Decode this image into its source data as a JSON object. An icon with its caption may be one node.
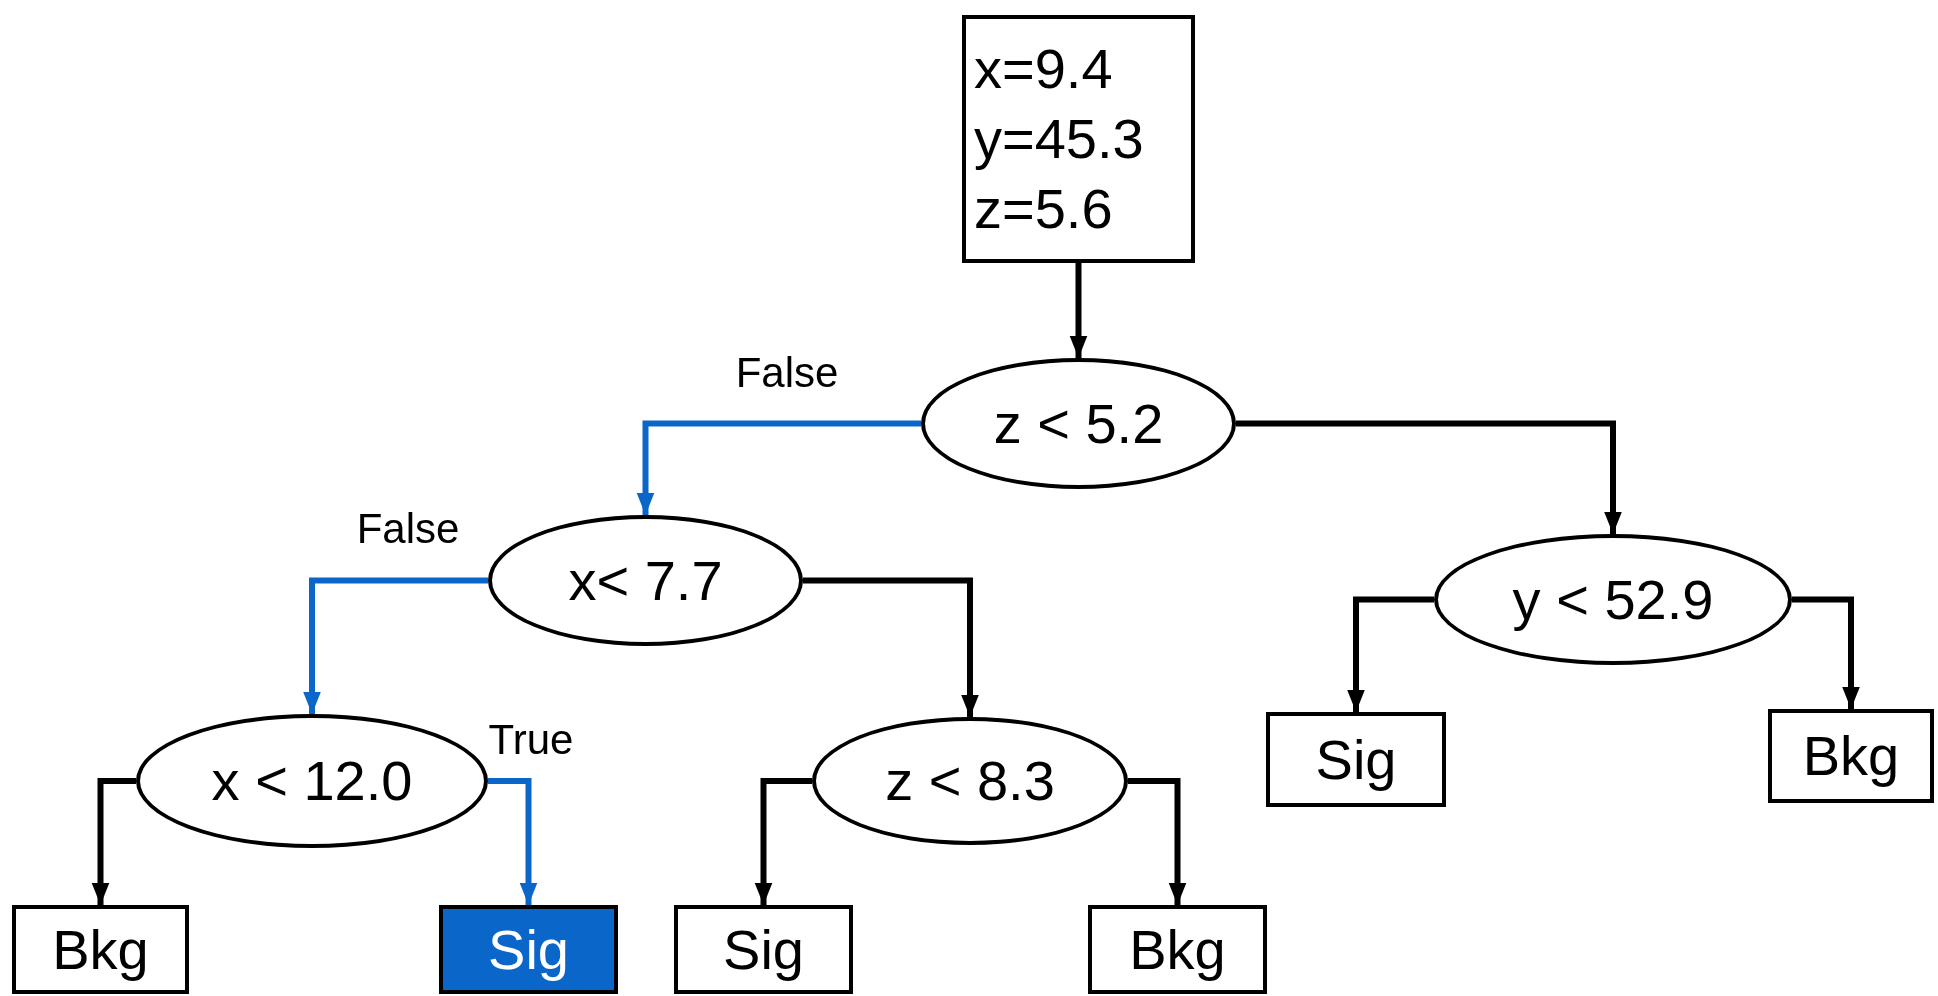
{
  "diagram": {
    "nodes": [
      {
        "text": [
          "x=9.4",
          "y=45.3",
          "z=5.6"
        ]
      },
      {
        "text": [
          "z < 5.2"
        ]
      },
      {
        "text": [
          "x< 7.7"
        ]
      },
      {
        "text": [
          "y < 52.9"
        ]
      },
      {
        "text": [
          "x < 12.0"
        ]
      },
      {
        "text": [
          "z < 8.3"
        ]
      },
      {
        "text": [
          "Sig"
        ]
      },
      {
        "text": [
          "Bkg"
        ]
      },
      {
        "text": [
          "Bkg"
        ]
      },
      {
        "text": [
          "Sig"
        ]
      },
      {
        "text": [
          "Sig"
        ]
      },
      {
        "text": [
          "Bkg"
        ]
      }
    ],
    "edges": [
      {
        "from": 0,
        "to": 1,
        "arrow": "to"
      },
      {
        "from": 1,
        "to": 2,
        "arrow": "to",
        "label": "False",
        "color": "#0a66c8"
      },
      {
        "from": 1,
        "to": 3,
        "arrow": "to"
      },
      {
        "from": 2,
        "to": 4,
        "arrow": "to",
        "label": "False",
        "color": "#0a66c8"
      },
      {
        "from": 2,
        "to": 5,
        "arrow": "to"
      },
      {
        "from": 3,
        "to": 6,
        "arrow": "to"
      },
      {
        "from": 3,
        "to": 7,
        "arrow": "to"
      },
      {
        "from": 4,
        "to": 8,
        "arrow": "to"
      },
      {
        "from": 4,
        "to": 9,
        "arrow": "to",
        "label": "True",
        "color": "#0a66c8"
      },
      {
        "from": 5,
        "to": 10,
        "arrow": "to"
      },
      {
        "from": 5,
        "to": 11,
        "arrow": "to"
      }
    ]
  }
}
